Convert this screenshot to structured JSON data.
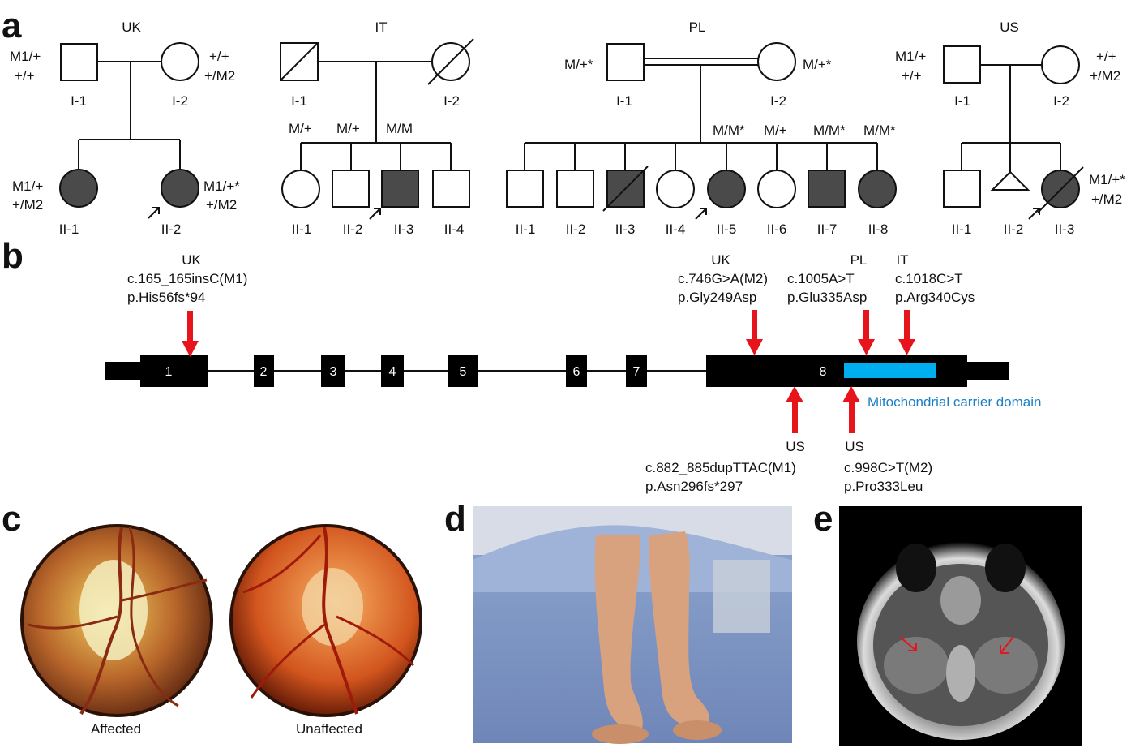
{
  "panel_labels": {
    "a": "a",
    "b": "b",
    "c": "c",
    "d": "d",
    "e": "e"
  },
  "families": {
    "uk": {
      "name": "UK",
      "father_geno": [
        "M1/+",
        "+/+"
      ],
      "mother_geno": [
        "+/+",
        "+/M2"
      ],
      "i1": "I-1",
      "i2": "I-2",
      "ii1": "II-1",
      "ii2": "II-2",
      "ii1_geno": [
        "M1/+",
        "+/M2"
      ],
      "ii2_geno": [
        "M1/+*",
        "+/M2"
      ]
    },
    "it": {
      "name": "IT",
      "i1": "I-1",
      "i2": "I-2",
      "sib_geno": [
        "M/+",
        "M/+",
        "M/M"
      ],
      "ii": [
        "II-1",
        "II-2",
        "II-3",
        "II-4"
      ]
    },
    "pl": {
      "name": "PL",
      "father_geno": "M/+*",
      "mother_geno": "M/+*",
      "i1": "I-1",
      "i2": "I-2",
      "sib_geno": [
        "M/M*",
        "M/+",
        "M/M*",
        "M/M*"
      ],
      "ii": [
        "II-1",
        "II-2",
        "II-3",
        "II-4",
        "II-5",
        "II-6",
        "II-7",
        "II-8"
      ]
    },
    "us": {
      "name": "US",
      "father_geno": [
        "M1/+",
        "+/+"
      ],
      "mother_geno": [
        "+/+",
        "+/M2"
      ],
      "i1": "I-1",
      "i2": "I-2",
      "ii": [
        "II-1",
        "II-2",
        "II-3"
      ],
      "ii3_geno": [
        "M1/+*",
        "+/M2"
      ]
    }
  },
  "gene": {
    "exons": [
      "1",
      "2",
      "3",
      "4",
      "5",
      "6",
      "7",
      "8"
    ],
    "domain_label": "Mitochondrial carrier domain",
    "domain_color": "#00aeef",
    "arrow_color": "#e8141c",
    "mut_top": [
      {
        "fam": "UK",
        "cdna": "c.165_165insC(M1)",
        "prot": "p.His56fs*94"
      },
      {
        "fam": "UK",
        "cdna": "c.746G>A(M2)",
        "prot": "p.Gly249Asp"
      },
      {
        "fam": "PL",
        "cdna": "c.1005A>T",
        "prot": "p.Glu335Asp"
      },
      {
        "fam": "IT",
        "cdna": "c.1018C>T",
        "prot": "p.Arg340Cys"
      }
    ],
    "mut_bottom": [
      {
        "fam": "US",
        "cdna": "c.882_885dupTTAC(M1)",
        "prot": "p.Asn296fs*297"
      },
      {
        "fam": "US",
        "cdna": "c.998C>T(M2)",
        "prot": "p.Pro333Leu"
      }
    ]
  },
  "panel_c": {
    "affected": "Affected",
    "unaffected": "Unaffected"
  }
}
